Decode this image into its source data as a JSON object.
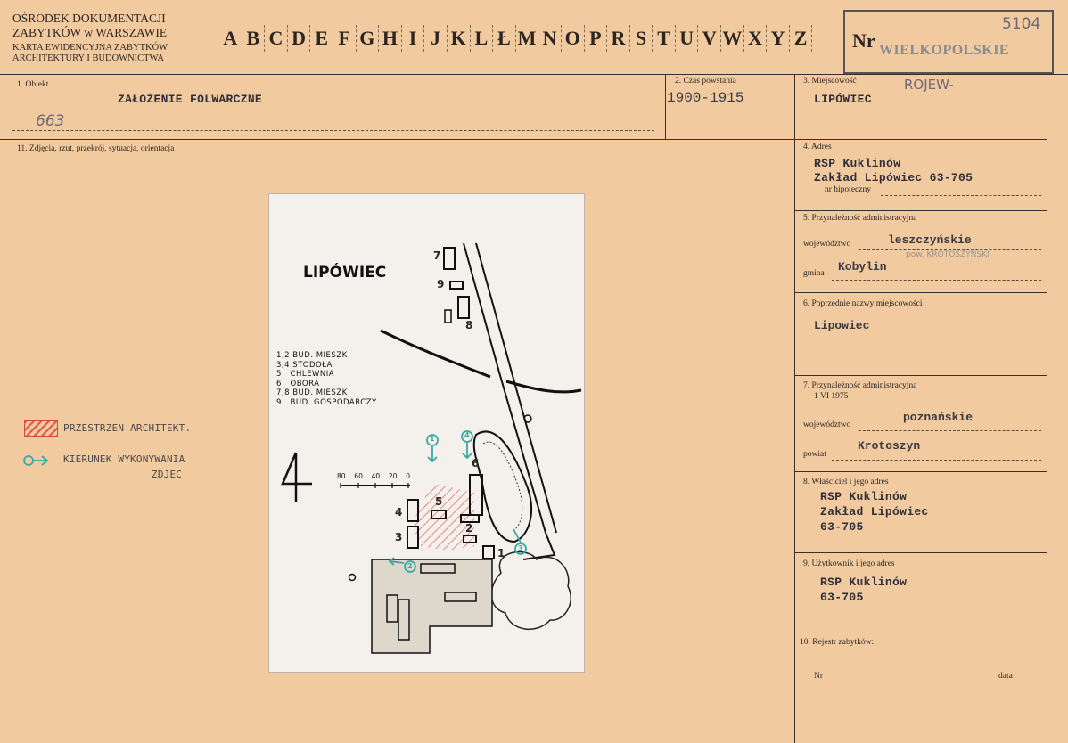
{
  "header": {
    "institution_line1": "OŚRODEK DOKUMENTACJI",
    "institution_line2": "ZABYTKÓW w WARSZAWIE",
    "card_line1": "KARTA EWIDENCYJNA ZABYTKÓW",
    "card_line2": "ARCHITEKTURY I BUDOWNICTWA",
    "letters": [
      "A",
      "B",
      "C",
      "D",
      "E",
      "F",
      "G",
      "H",
      "I",
      "J",
      "K",
      "L",
      "Ł",
      "M",
      "N",
      "O",
      "P",
      "R",
      "S",
      "T",
      "U",
      "V",
      "W",
      "X",
      "Y",
      "Z"
    ],
    "nr_label": "Nr",
    "stamp": "WIELKOPOLSKIE",
    "handwritten_number": "5104"
  },
  "fields": {
    "obiekt_label": "1. Obiekt",
    "obiekt_value": "ZAŁOŻENIE FOLWARCZNE",
    "obiekt_hand": "663",
    "czas_label": "2. Czas powstania",
    "czas_value": "1900-1915",
    "miejsc_label": "3. Miejscowość",
    "miejsc_value": "LIPÓWIEC",
    "miejsc_hand": "ROJEW-",
    "zdjecia_label": "11. Zdjęcia, rzut, przekrój, sytuacja, orientacja",
    "adres_label": "4. Adres",
    "adres_line1": "RSP Kuklinów",
    "adres_line2": "Zakład Lipówiec 63-705",
    "hipoteczny_label": "nr hipoteczny",
    "przyn_label": "5. Przynależność administracyjna",
    "woj_label": "województwo",
    "woj_value": "leszczyńskie",
    "woj_hand": "pow. KROTOSZYŃSKI",
    "gmina_label": "gmina",
    "gmina_value": "Kobylin",
    "poprz_label": "6. Poprzednie nazwy miejscowości",
    "poprz_value": "Lipowiec",
    "przyn2_label": "7. Przynależność administracyjna",
    "przyn2_date": "1 VI 1975",
    "woj2_label": "województwo",
    "woj2_value": "poznańskie",
    "powiat_label": "powiat",
    "powiat_value": "Krotoszyn",
    "wlasciciel_label": "8. Właściciel i jego adres",
    "wlasciciel_line1": "RSP Kuklinów",
    "wlasciciel_line2": "Zakład Lipówiec",
    "wlasciciel_line3": "63-705",
    "uzytk_label": "9. Użytkownik i jego adres",
    "uzytk_line1": "RSP Kuklinów",
    "uzytk_line2": "63-705",
    "rejestr_label": "10. Rejestr zabytków:",
    "nr_label": "Nr",
    "data_label": "data"
  },
  "legend": {
    "przestrzen": "PRZESTRZEN ARCHITEKT.",
    "kierunek_line1": "KIERUNEK WYKONYWANIA",
    "kierunek_line2": "ZDJEC"
  },
  "map": {
    "title": "LIPÓWIEC",
    "legend_lines": [
      "1,2 BUD. MIESZK",
      "3,4 STODOŁA",
      "5   CHLEWNIA",
      "6   OBORA",
      "7,8 BUD. MIESZK",
      "9   BUD. GOSPODARCZY"
    ],
    "scale_labels": [
      "80",
      "60",
      "40",
      "20",
      "0"
    ],
    "building_numbers": [
      "7",
      "9",
      "8",
      "6",
      "5",
      "4",
      "3",
      "2",
      "1"
    ],
    "photo_markers": [
      "1",
      "2",
      "3",
      "4"
    ]
  },
  "colors": {
    "paper": "#f1caa0",
    "hatch": "#e0524a",
    "marker": "#3aa8a0"
  }
}
